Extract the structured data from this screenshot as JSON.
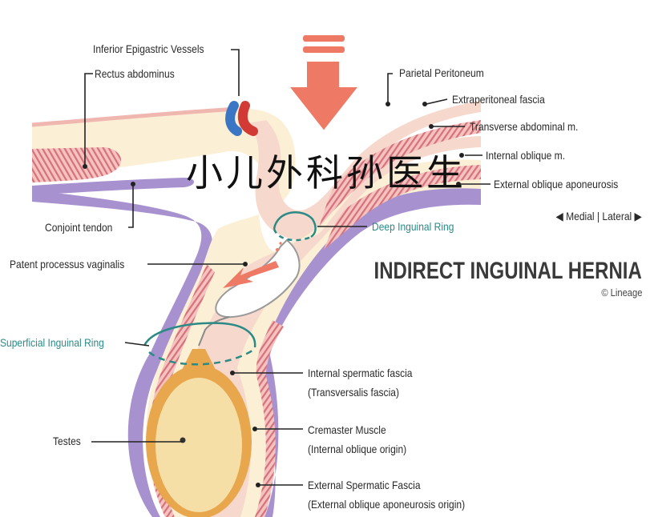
{
  "diagram": {
    "title": "INDIRECT INGUINAL HERNIA",
    "credit": "© Lineage",
    "watermark": "小儿外科孙医生",
    "orientation": {
      "left_arrow": "◀",
      "left_label": "Medial",
      "separator": "|",
      "right_label": "Lateral",
      "right_arrow": "▶"
    },
    "labels": {
      "inferior_epigastric": "Inferior Epigastric Vessels",
      "rectus_abdominus": "Rectus abdominus",
      "parietal_peritoneum": "Parietal Peritoneum",
      "extraperitoneal_fascia": "Extraperitoneal fascia",
      "transverse_abdominal": "Transverse abdominal m.",
      "internal_oblique": "Internal oblique m.",
      "external_oblique": "External oblique aponeurosis",
      "conjoint_tendon": "Conjoint tendon",
      "deep_ring": "Deep Inguinal Ring",
      "patent_processus": "Patent processus vaginalis",
      "superficial_ring": "Superficial Inguinal Ring",
      "internal_spermatic_1": "Internal spermatic fascia",
      "internal_spermatic_2": "(Transversalis fascia)",
      "testes": "Testes",
      "cremaster_1": "Cremaster Muscle",
      "cremaster_2": "(Internal oblique origin)",
      "external_spermatic_1": "External Spermatic Fascia",
      "external_spermatic_2": "(External oblique aponeurosis origin)"
    },
    "colors": {
      "cream": "#fbf0d6",
      "pink_layer": "#f6d9cc",
      "muscle_red": "#d8707a",
      "purple": "#a891cf",
      "arrow_red": "#ee7a66",
      "vessel_red": "#d23a35",
      "vessel_blue": "#3b76c4",
      "teal": "#2b8a86",
      "testes_outer": "#e8a64d",
      "testes_inner": "#f5dfa6"
    }
  }
}
